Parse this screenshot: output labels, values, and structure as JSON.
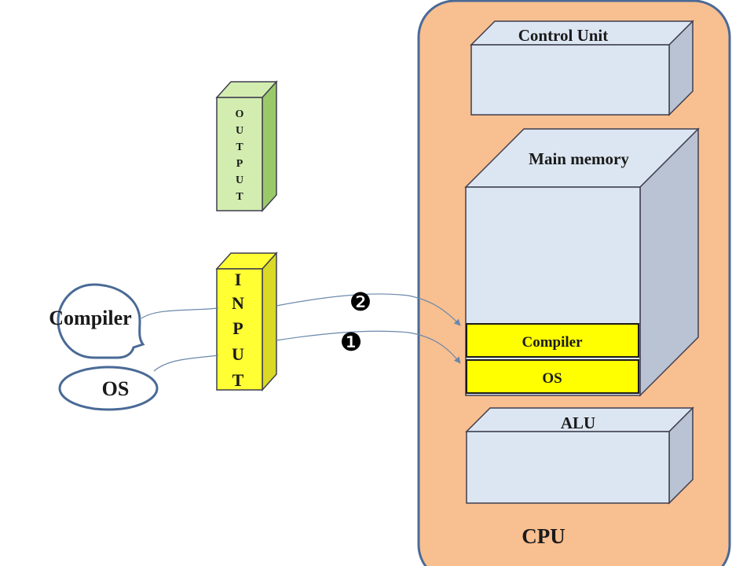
{
  "cpu": {
    "label": "CPU",
    "fill": "#F8BF91",
    "stroke": "#4A6A96"
  },
  "control_unit": {
    "label": "Control Unit"
  },
  "main_memory": {
    "label": "Main memory",
    "slots": [
      {
        "label": "Compiler"
      },
      {
        "label": "OS"
      }
    ]
  },
  "alu": {
    "label": "ALU"
  },
  "output_device": {
    "letters": [
      "O",
      "U",
      "T",
      "P",
      "U",
      "T"
    ],
    "fill": "#D3EDB0",
    "side": "#9BC96A"
  },
  "input_device": {
    "letters": [
      "I",
      "N",
      "P",
      "U",
      "T"
    ],
    "fill": "#FFFF33",
    "side": "#D9D926"
  },
  "sources": {
    "compiler": {
      "label": "Compiler"
    },
    "os": {
      "label": "OS"
    }
  },
  "steps": [
    {
      "marker": "❷",
      "from": "compiler",
      "to": "compiler-slot"
    },
    {
      "marker": "❶",
      "from": "os",
      "to": "os-slot"
    }
  ],
  "colors": {
    "box_front": "#DCE6F2",
    "box_top": "#DCE6F2",
    "box_side": "#B9C3D3",
    "box_stroke": "#3F3F4F",
    "slot_fill": "#FFFF00",
    "line": "#6A88AA"
  }
}
